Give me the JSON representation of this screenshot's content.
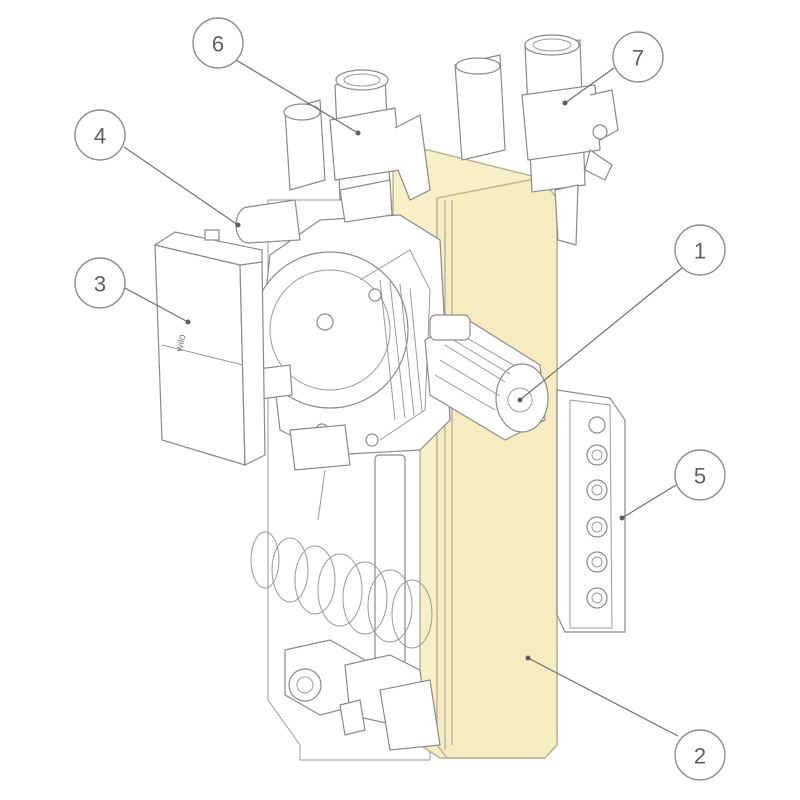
{
  "diagram": {
    "callouts": [
      {
        "id": "1",
        "label": "1"
      },
      {
        "id": "2",
        "label": "2"
      },
      {
        "id": "3",
        "label": "3"
      },
      {
        "id": "4",
        "label": "4"
      },
      {
        "id": "5",
        "label": "5"
      },
      {
        "id": "6",
        "label": "6"
      },
      {
        "id": "7",
        "label": "7"
      }
    ],
    "pump_brand": "wilo",
    "colors": {
      "heat_exchanger_fill": "#f9efc7",
      "heat_exchanger_stroke": "#b9b08e",
      "linework": "#8a8a8a",
      "callout_text": "#5f5f5f"
    }
  }
}
